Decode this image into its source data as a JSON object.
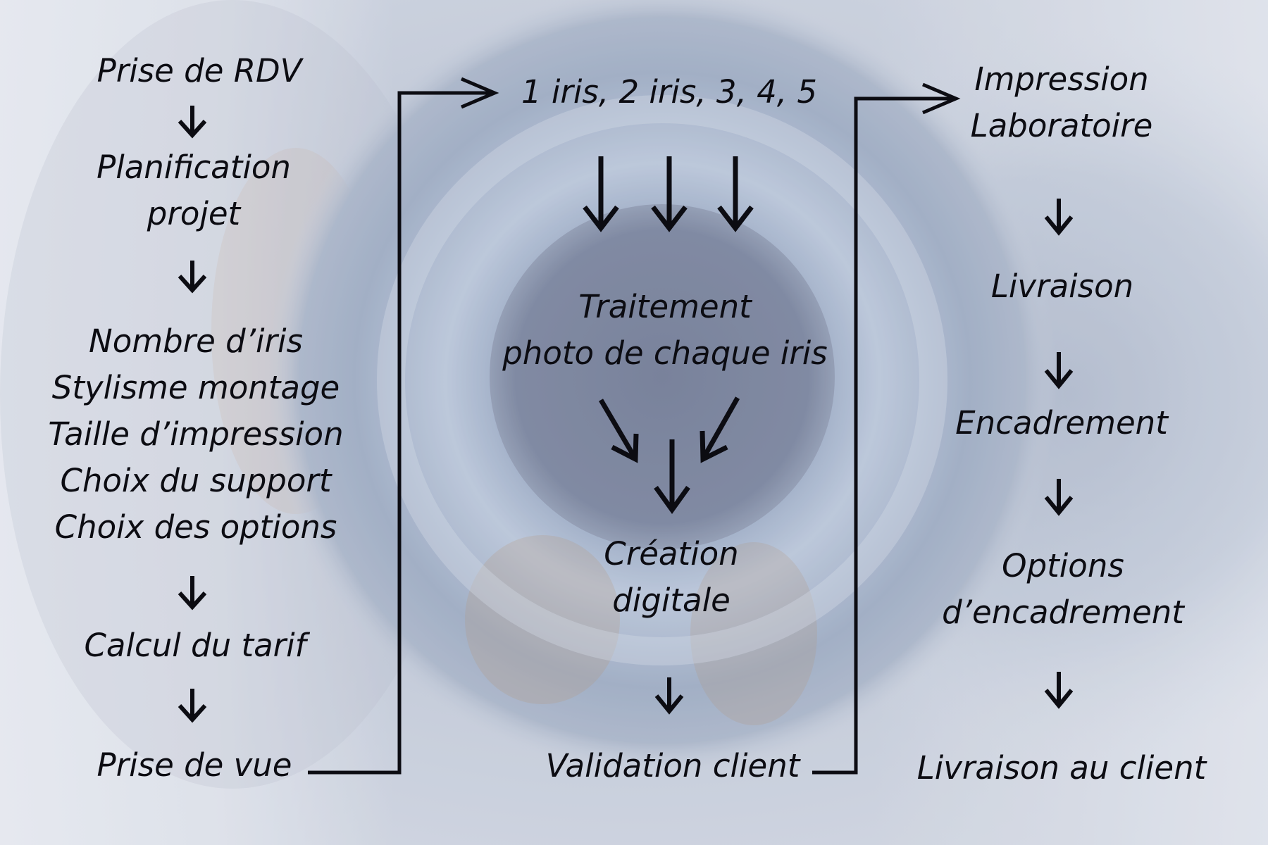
{
  "column_left": {
    "step_appointment": "Prise de RDV",
    "step_planning": "Planification\nprojet",
    "step_options": "Nombre d’iris\nStylisme montage\nTaille d’impression\nChoix du support\nChoix des options",
    "step_pricing": "Calcul du tarif",
    "step_shooting": "Prise de vue"
  },
  "column_middle": {
    "step_iris_count": "1 iris, 2 iris, 3, 4, 5",
    "step_processing": "Traitement\nphoto de chaque iris",
    "step_creation": "Création\ndigitale",
    "step_validation": "Validation client"
  },
  "column_right": {
    "step_printing": "Impression\nLaboratoire",
    "step_delivery": "Livraison",
    "step_framing": "Encadrement",
    "step_framing_options": "Options\nd’encadrement",
    "step_client_delivery": "Livraison au client"
  },
  "colors": {
    "ink": "#0c0c12",
    "background_light": "#e9ecf3",
    "iris_blue": "#7f93b1",
    "iris_amber": "#b08865",
    "pupil": "#6f7890"
  }
}
